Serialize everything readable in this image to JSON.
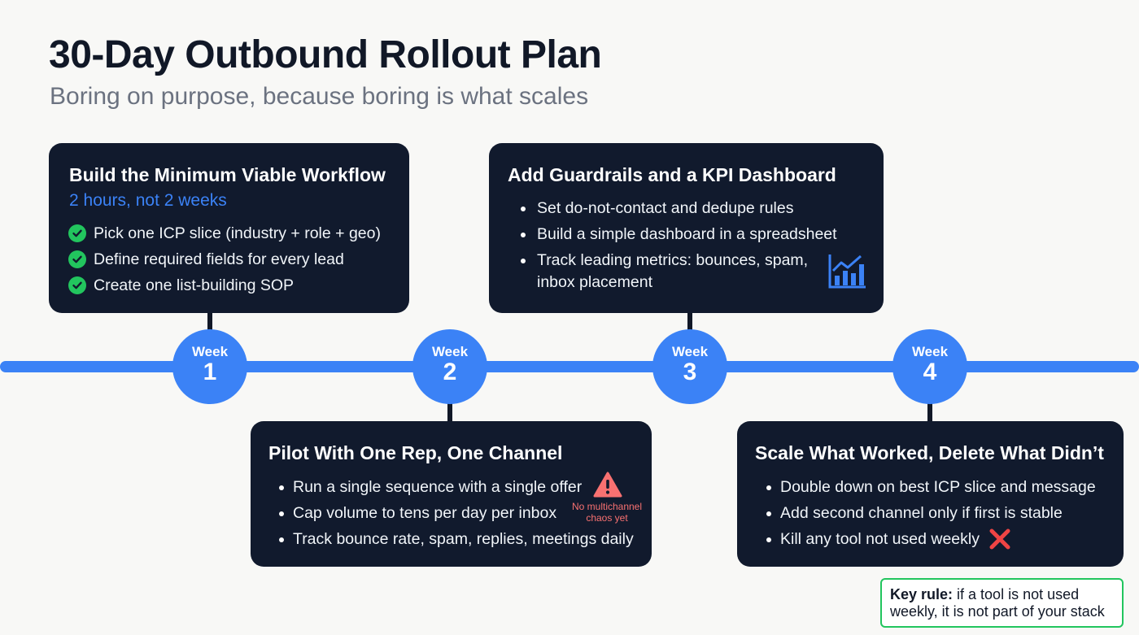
{
  "title": "30-Day Outbound Rollout Plan",
  "subtitle": "Boring on purpose, because boring is what scales",
  "colors": {
    "accent": "#3b82f6",
    "card_bg": "#111a2d",
    "check": "#22c55e",
    "warning": "#f87171"
  },
  "weeks": [
    {
      "label": "Week",
      "number": "1"
    },
    {
      "label": "Week",
      "number": "2"
    },
    {
      "label": "Week",
      "number": "3"
    },
    {
      "label": "Week",
      "number": "4"
    }
  ],
  "cards": [
    {
      "title": "Build the Minimum Viable Workflow",
      "subtitle": "2 hours, not 2 weeks",
      "items": [
        "Pick one ICP slice (industry + role + geo)",
        "Define required fields for every lead",
        "Create one list-building SOP"
      ]
    },
    {
      "title": "Pilot With One Rep, One Channel",
      "items": [
        "Run a single sequence with a single offer",
        "Cap volume to tens per day per inbox",
        "Track bounce rate, spam, replies, meetings daily"
      ],
      "note": "No multichannel chaos yet",
      "note_icon": "warning-icon"
    },
    {
      "title": "Add Guardrails and a KPI Dashboard",
      "items": [
        "Set do-not-contact and dedupe rules",
        "Build a simple dashboard in a spreadsheet",
        "Track leading metrics: bounces, spam,",
        "inbox placement"
      ],
      "icon": "bar-chart-icon"
    },
    {
      "title": "Scale What Worked, Delete What Didn’t",
      "items": [
        "Double down on best ICP slice and message",
        "Add second channel only if first is stable",
        "Kill any tool not used weekly"
      ],
      "icon": "cross-icon"
    }
  ],
  "key_rule": {
    "label": "Key rule:",
    "text": " if a tool is not used weekly, it is not part of your stack"
  }
}
